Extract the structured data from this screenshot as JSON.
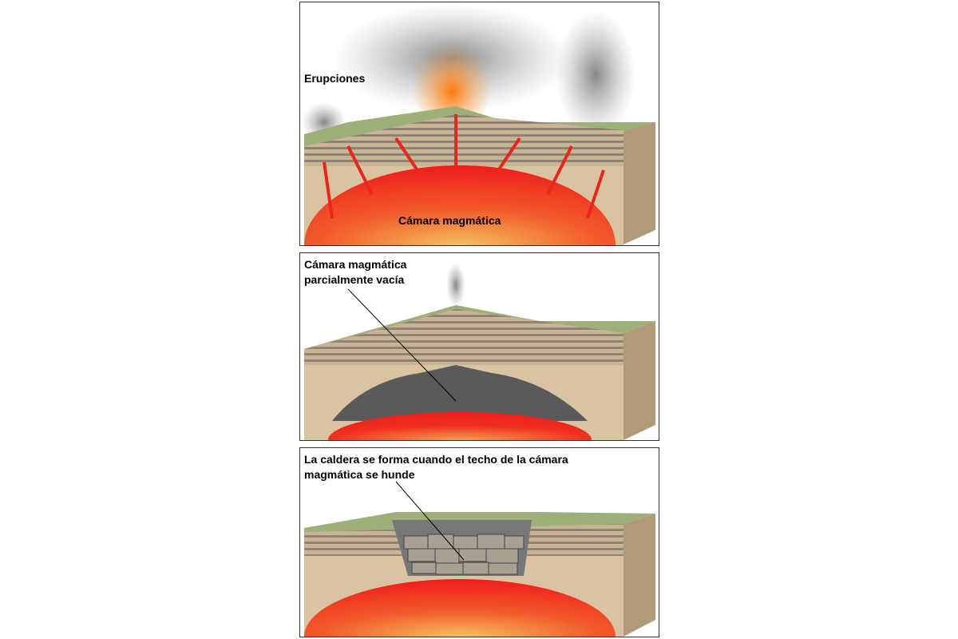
{
  "panels": [
    {
      "labels": {
        "eruptions": "Erupciones",
        "chamber": "Cámara magmática"
      }
    },
    {
      "labels": {
        "line1": "Cámara magmática",
        "line2": "parcialmente vacía"
      }
    },
    {
      "labels": {
        "line1": "La caldera se forma cuando el techo de la cámara",
        "line2": "magmática se hunde"
      }
    }
  ],
  "colors": {
    "magma": "#ee2222",
    "ground": "#d9c3a0",
    "grass": "#9db07a",
    "empty_chamber": "#5a5a5a",
    "ash": "#8a8a8a"
  }
}
